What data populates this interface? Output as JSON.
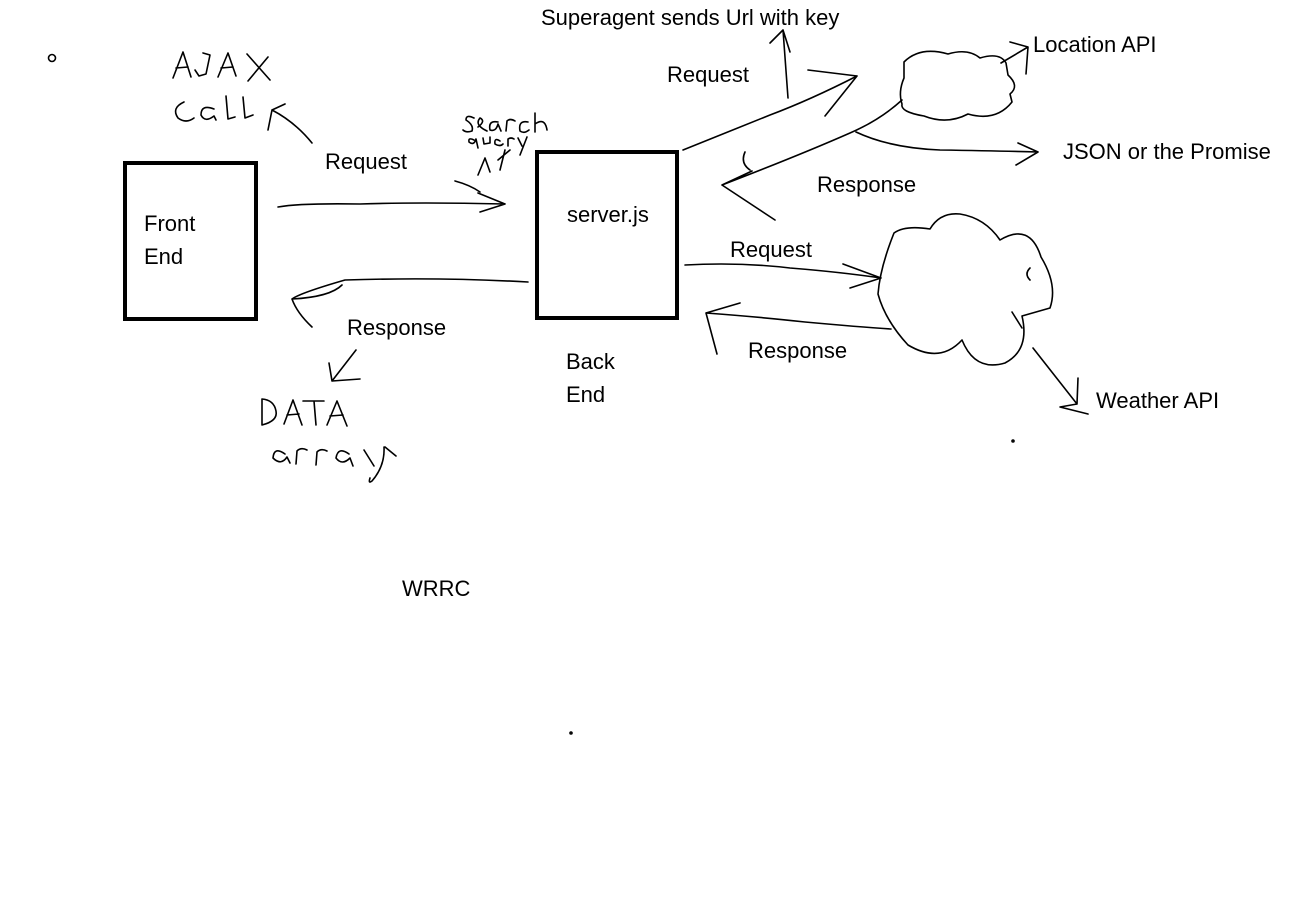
{
  "labels": {
    "front_end_line1": "Front",
    "front_end_line2": "End",
    "server": "server.js",
    "back_end_line1": "Back",
    "back_end_line2": "End",
    "superagent": "Superagent sends Url with key",
    "location_api": "Location API",
    "json_promise": "JSON or the Promise",
    "weather_api": "Weather API",
    "request_front": "Request",
    "response_front": "Response",
    "request_location": "Request",
    "response_location": "Response",
    "request_weather": "Request",
    "response_weather": "Response",
    "wrrc": "WRRC"
  },
  "handwriting": {
    "ajax_call": "AJAX call",
    "search_query": "Search query",
    "data_array": "DATA array"
  },
  "colors": {
    "ink": "#000000",
    "background": "#ffffff"
  }
}
